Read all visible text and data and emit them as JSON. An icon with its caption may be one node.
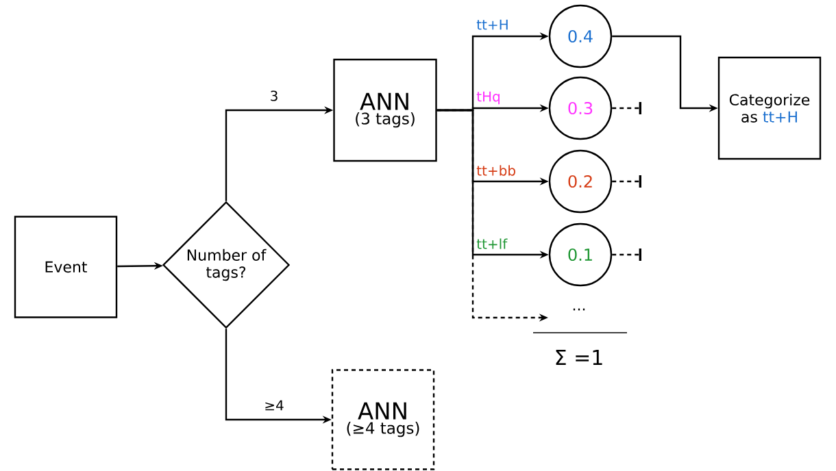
{
  "diagram": {
    "nodes": [
      {
        "text": [
          "Event"
        ]
      },
      {
        "text": [
          "Number of tags?"
        ]
      },
      {
        "text": [
          "ANN",
          "(3 tags)"
        ]
      },
      {
        "text": [
          "ANN",
          "(≥4 tags)"
        ]
      },
      {
        "text": [
          "0.4"
        ]
      },
      {
        "text": [
          "0.3"
        ]
      },
      {
        "text": [
          "0.2"
        ]
      },
      {
        "text": [
          "0.1"
        ]
      },
      {
        "text": [
          "..."
        ]
      },
      {
        "text": [
          "Categorize as",
          "tt+H"
        ]
      }
    ],
    "edges": [
      {
        "from": 0,
        "to": 1,
        "arrow": "to"
      },
      {
        "from": 1,
        "to": 2,
        "arrow": "to",
        "label": "3"
      },
      {
        "from": 1,
        "to": 3,
        "arrow": "to",
        "label": "≥4"
      },
      {
        "from": 2,
        "to": 4,
        "arrow": "to",
        "label": "tt+H"
      },
      {
        "from": 2,
        "to": 5,
        "arrow": "to",
        "label": "tHq"
      },
      {
        "from": 2,
        "to": 6,
        "arrow": "to",
        "label": "tt+bb"
      },
      {
        "from": 2,
        "to": 7,
        "arrow": "to",
        "label": "tt+lf"
      },
      {
        "from": 2,
        "to": 8,
        "arrow": "to",
        "style": "dashed"
      },
      {
        "from": 4,
        "to": 9,
        "arrow": "to"
      },
      {
        "from": 5,
        "to": null,
        "arrow": "other",
        "style": "dashed"
      },
      {
        "from": 6,
        "to": null,
        "arrow": "other",
        "style": "dashed"
      },
      {
        "from": 7,
        "to": null,
        "arrow": "other",
        "style": "dashed"
      }
    ],
    "labels": [
      "Σ =1"
    ]
  }
}
